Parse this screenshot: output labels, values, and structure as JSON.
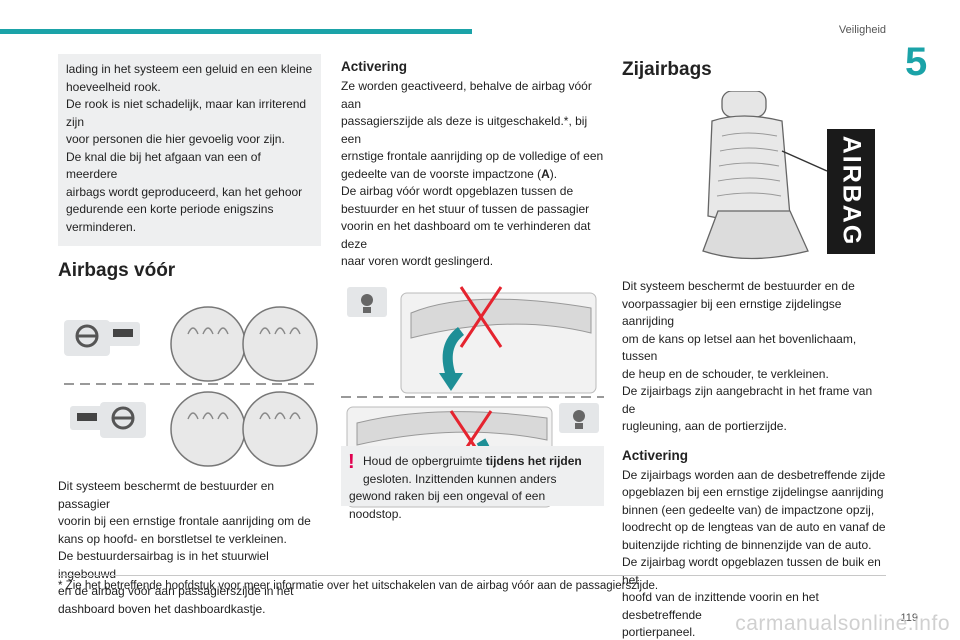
{
  "header": {
    "section": "Veiligheid",
    "chapter": "5"
  },
  "col1": {
    "note_lines": [
      "lading in het systeem een geluid en een kleine",
      "hoeveelheid rook.",
      "De rook is niet schadelijk, maar kan irriterend zijn",
      "voor personen die hier gevoelig voor zijn.",
      "De knal die bij het afgaan van een of meerdere",
      "airbags wordt geproduceerd, kan het gehoor",
      "gedurende een korte periode enigszins",
      "verminderen."
    ],
    "heading": "Airbags vóór",
    "body_lines": [
      "Dit systeem beschermt de bestuurder en passagier",
      "voorin bij een ernstige frontale aanrijding om de",
      "kans op hoofd- en borstletsel te verkleinen.",
      "De bestuurdersairbag is in het stuurwiel ingebouwd",
      "en de airbag vóór aan passagierszijde in het",
      "dashboard boven het dashboardkastje."
    ]
  },
  "col2": {
    "heading": "Activering",
    "body_lines": [
      "Ze worden geactiveerd, behalve de airbag vóór aan",
      "passagierszijde als deze is uitgeschakeld.*, bij een",
      "ernstige frontale aanrijding op de volledige of een",
      "gedeelte van de voorste impactzone (",
      "De airbag vóór wordt opgeblazen tussen de",
      "bestuurder en het stuur of tussen de passagier",
      "voorin en het dashboard om te verhinderen dat deze",
      "naar voren wordt geslingerd."
    ],
    "zone_letter": "A",
    "zone_suffix": ").",
    "warning": {
      "icon": "!",
      "pre": "Houd de opbergruimte ",
      "bold": "tijdens het rijden",
      "line2": "gesloten. Inzittenden kunnen anders",
      "line3": "gewond raken bij een ongeval of een noodstop."
    }
  },
  "col3": {
    "heading": "Zijairbags",
    "airbag_label": "AIRBAG",
    "body_lines": [
      "Dit systeem beschermt de bestuurder en de",
      "voorpassagier bij een ernstige zijdelingse aanrijding",
      "om de kans op letsel aan het bovenlichaam, tussen",
      "de heup en de schouder, te verkleinen.",
      "De zijairbags zijn aangebracht in het frame van de",
      "rugleuning, aan de portierzijde."
    ],
    "sub_heading": "Activering",
    "sub_lines": [
      "De zijairbags worden aan de desbetreffende zijde",
      "opgeblazen bij een ernstige zijdelingse aanrijding",
      "binnen (een gedeelte van) de impactzone opzij,",
      "loodrecht op de lengteas van de auto en vanaf de",
      "buitenzijde richting de binnenzijde van de auto.",
      "De zijairbag wordt opgeblazen tussen de buik en het",
      "hoofd van de inzittende voorin en het desbetreffende",
      "portierpaneel."
    ]
  },
  "footnote": "* Zie het betreffende hoofdstuk voor meer informatie over het uitschakelen van de airbag vóór aan de passagierszijde.",
  "page_number": "119",
  "watermark": "carmanualsonline.info",
  "colors": {
    "accent": "#1ba3a8",
    "warning": "#e0004f",
    "note_bg": "#eeeff0",
    "cross": "#e5242f"
  }
}
